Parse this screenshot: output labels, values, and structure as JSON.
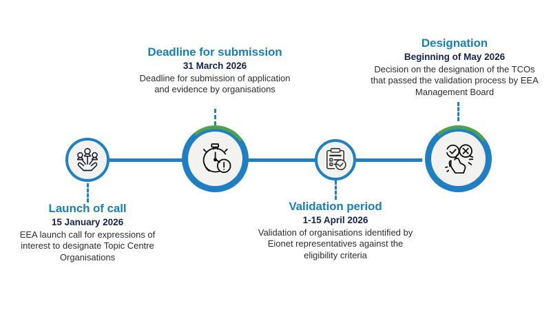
{
  "graphic": {
    "type": "process-timeline",
    "orientation": "horizontal",
    "background_color": "#FFFFFF",
    "colors": {
      "heading": "#1B7FB5",
      "date": "#17224B",
      "description": "#2C2C2C",
      "rail": "#1F7FC0",
      "ring_blue": "#1F7FC0",
      "ring_green": "#4FA050",
      "node_fill": "#F2F2F0",
      "icon_stroke_dark": "#1B1B38"
    }
  },
  "steps": [
    {
      "id": "launch-of-call",
      "heading": "Launch of call",
      "date": "15 January 2026",
      "description": "EEA launch call for expressions of interest to designate Topic Centre Organisations",
      "icon": "hands-holding-people-icon",
      "label_position": "below",
      "ring_style": "blue"
    },
    {
      "id": "deadline-for-submission",
      "heading": "Deadline for submission",
      "date": "31 March 2026",
      "description": "Deadline for submission of application and evidence by organisations",
      "icon": "stopwatch-alert-icon",
      "label_position": "above",
      "ring_style": "blue-green"
    },
    {
      "id": "validation-period",
      "heading": "Validation period",
      "date": "1-15 April 2026",
      "description": "Validation of organisations identified by Eionet representatives against the eligibility criteria",
      "icon": "clipboard-check-icon",
      "label_position": "below",
      "ring_style": "blue"
    },
    {
      "id": "designation",
      "heading": "Designation",
      "date": "Beginning of May 2026",
      "description": "Decision on the designation of the TCOs that passed the validation process by EEA Management Board",
      "icon": "hand-pointing-check-cross-icon",
      "label_position": "above",
      "ring_style": "blue-green"
    }
  ]
}
